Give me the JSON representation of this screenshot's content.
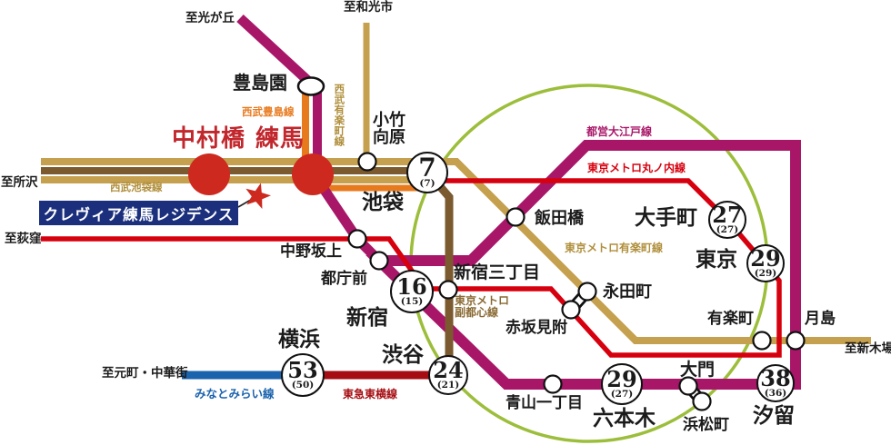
{
  "callout": {
    "label": "クレヴィア練馬レジデンス"
  },
  "edges": {
    "hikarigaoka": "至光が丘",
    "wakoshi": "至和光市",
    "tokorozawa": "至所沢",
    "ogikubo": "至荻窪",
    "motomachi": "至元町・中華街",
    "shinkiba": "至新木場"
  },
  "lines": {
    "seibu_ikebukuro": "西武池袋線",
    "seibu_toshima": "西武豊島線",
    "seibu_yurakucho": "西武有楽町線",
    "oedo": "都営大江戸線",
    "marunouchi": "東京メトロ丸ノ内線",
    "metro_yurakucho": "東京メトロ有楽町線",
    "fukutoshin_l1": "東京メトロ",
    "fukutoshin_l2": "副都心線",
    "minatomirai": "みなとみらい線",
    "toyoko": "東急東横線"
  },
  "stations": {
    "nakamurabashi": "中村橋",
    "nerima": "練馬",
    "toshimaen": "豊島園",
    "kotake_l1": "小竹",
    "kotake_l2": "向原",
    "ikebukuro": "池袋",
    "nakanosakaue": "中野坂上",
    "tochomae": "都庁前",
    "shinjuku": "新宿",
    "shinjuku_sanchome": "新宿三丁目",
    "shibuya": "渋谷",
    "yokohama": "横浜",
    "iidabashi": "飯田橋",
    "nagatacho": "永田町",
    "akasakamitsuke": "赤坂見附",
    "aoyama_itchome": "青山一丁目",
    "roppongi": "六本木",
    "daimon": "大門",
    "hamamatsucho": "浜松町",
    "otemachi": "大手町",
    "tokyo": "東京",
    "yurakucho": "有楽町",
    "tsukishima": "月島",
    "shiodome": "汐留"
  },
  "badges": {
    "ikebukuro": {
      "main": "7",
      "sub": "(7)"
    },
    "shinjuku": {
      "main": "16",
      "sub": "(15)"
    },
    "shibuya": {
      "main": "24",
      "sub": "(21)"
    },
    "yokohama": {
      "main": "53",
      "sub": "(50)"
    },
    "roppongi": {
      "main": "29",
      "sub": "(27)"
    },
    "shiodome": {
      "main": "38",
      "sub": "(36)"
    },
    "otemachi": {
      "main": "27",
      "sub": "(27)"
    },
    "tokyo": {
      "main": "29",
      "sub": "(29)"
    }
  },
  "colors": {
    "oedo_magenta": "#a81668",
    "marunouchi_red": "#d6000f",
    "yurakucho_gold": "#c5a04e",
    "fukutoshin_brown": "#7a5a2e",
    "toshima_orange": "#e87a1e",
    "toyoko_dark_red": "#a50d12",
    "minatomirai_blue": "#1c63ad",
    "ring_green": "#9cbe3b",
    "station_circle_red": "#cd291f",
    "station_name_crimson": "#c1272d",
    "callout_navy": "#1b2f7d"
  }
}
